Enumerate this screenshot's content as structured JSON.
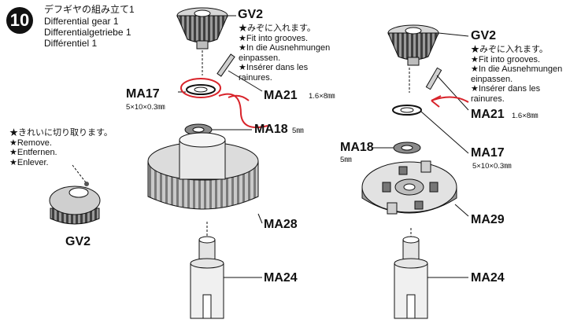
{
  "step": {
    "number": "10"
  },
  "title": {
    "ja": "デフギヤの組み立て1",
    "en": "Differential gear 1",
    "de": "Differentialgetriebe 1",
    "fr": "Différentiel 1"
  },
  "left_assembly": {
    "gv2_label": "GV2",
    "gv2_notes": [
      "★みぞに入れます。",
      "★Fit into grooves.",
      "★In die Ausnehmungen",
      "einpassen.",
      "★Insérer dans les",
      "rainures."
    ],
    "ma17_label": "MA17",
    "ma17_size": "5×10×0.3㎜",
    "ma21_label": "MA21",
    "ma21_size": "1.6×8㎜",
    "ma18_label": "MA18",
    "ma18_size": "5㎜",
    "ma28_label": "MA28",
    "ma24_label": "MA24"
  },
  "cut_note": {
    "lines": [
      "★きれいに切り取ります。",
      "★Remove.",
      "★Entfernen.",
      "★Enlever."
    ],
    "part_label": "GV2"
  },
  "right_assembly": {
    "gv2_label": "GV2",
    "gv2_notes": [
      "★みぞに入れます。",
      "★Fit into grooves.",
      "★In die Ausnehmungen",
      "einpassen.",
      "★Insérer dans les",
      "rainures."
    ],
    "ma21_label": "MA21",
    "ma21_size": "1.6×8㎜",
    "ma18_label": "MA18",
    "ma18_size": "5㎜",
    "ma17_label": "MA17",
    "ma17_size": "5×10×0.3㎜",
    "ma29_label": "MA29",
    "ma24_label": "MA24"
  },
  "colors": {
    "annotation": "#d8232a",
    "ink": "#111111",
    "part_gray": "#bdbdbd",
    "part_dark": "#6e6e6e"
  }
}
